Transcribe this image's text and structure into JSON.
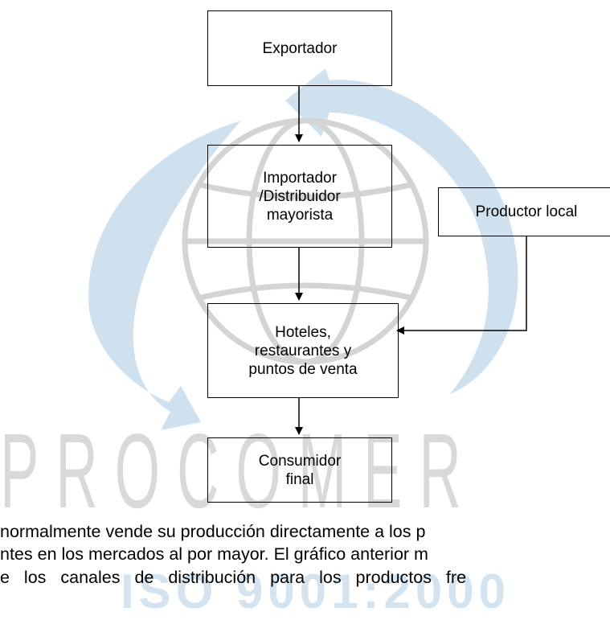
{
  "diagram": {
    "nodes": {
      "exportador": "Exportador",
      "importador": "Importador\n/Distribuidor\nmayorista",
      "productor": "Productor local",
      "hoteles": "Hoteles,\nrestaurantes y\npuntos de venta",
      "consumidor": "Consumidor\nfinal"
    },
    "edges": [
      {
        "from": "exportador",
        "to": "importador"
      },
      {
        "from": "importador",
        "to": "hoteles"
      },
      {
        "from": "productor",
        "to": "hoteles"
      },
      {
        "from": "hoteles",
        "to": "consumidor"
      }
    ]
  },
  "watermark": {
    "text": "PROCOMER",
    "iso": "ISO 9001:2000",
    "colors": {
      "blue": "#cfe1ef",
      "gray": "#d9d9d9"
    }
  },
  "paragraph": {
    "line1": "normalmente vende su producción directamente a los p",
    "line2": "ntes en los mercados al por mayor. El gráfico anterior m",
    "line3": "e los canales de distribución para los productos fre"
  }
}
